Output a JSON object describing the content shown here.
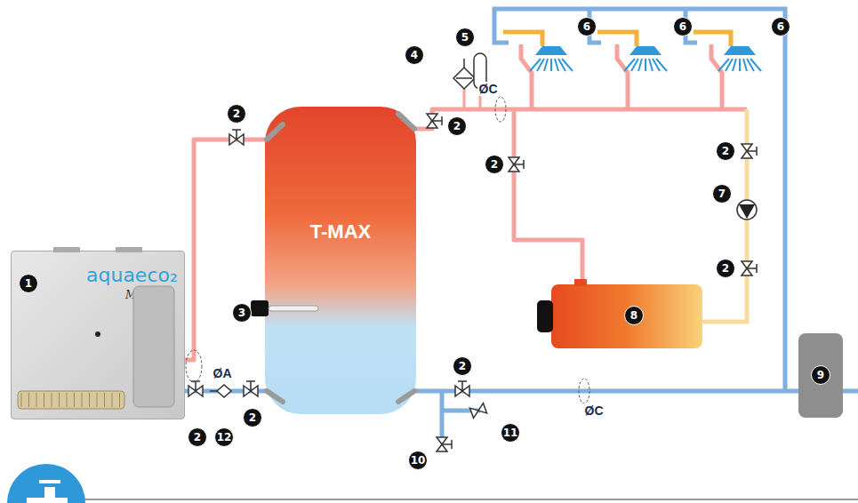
{
  "diagram": {
    "nodes": [
      {
        "text": [
          "aquaeco₂",
          "Max",
          "1"
        ]
      },
      {
        "text": [
          "T-MAX"
        ]
      },
      {
        "text": [
          "8"
        ]
      },
      {
        "text": [
          "9"
        ]
      }
    ],
    "edges": [
      {
        "from": 0,
        "to": 1,
        "arrow": "none"
      },
      {
        "from": 1,
        "to": 0,
        "arrow": "none"
      },
      {
        "from": 1,
        "to": 2,
        "arrow": "none"
      },
      {
        "from": 3,
        "to": 1,
        "arrow": "none"
      }
    ],
    "labels": [
      "2",
      "3",
      "4",
      "5",
      "ØC",
      "2",
      "6",
      "6",
      "6",
      "2",
      "2",
      "7",
      "2",
      "ØA",
      "2",
      "12",
      "2",
      "2",
      "11",
      "10",
      "ØC"
    ]
  }
}
